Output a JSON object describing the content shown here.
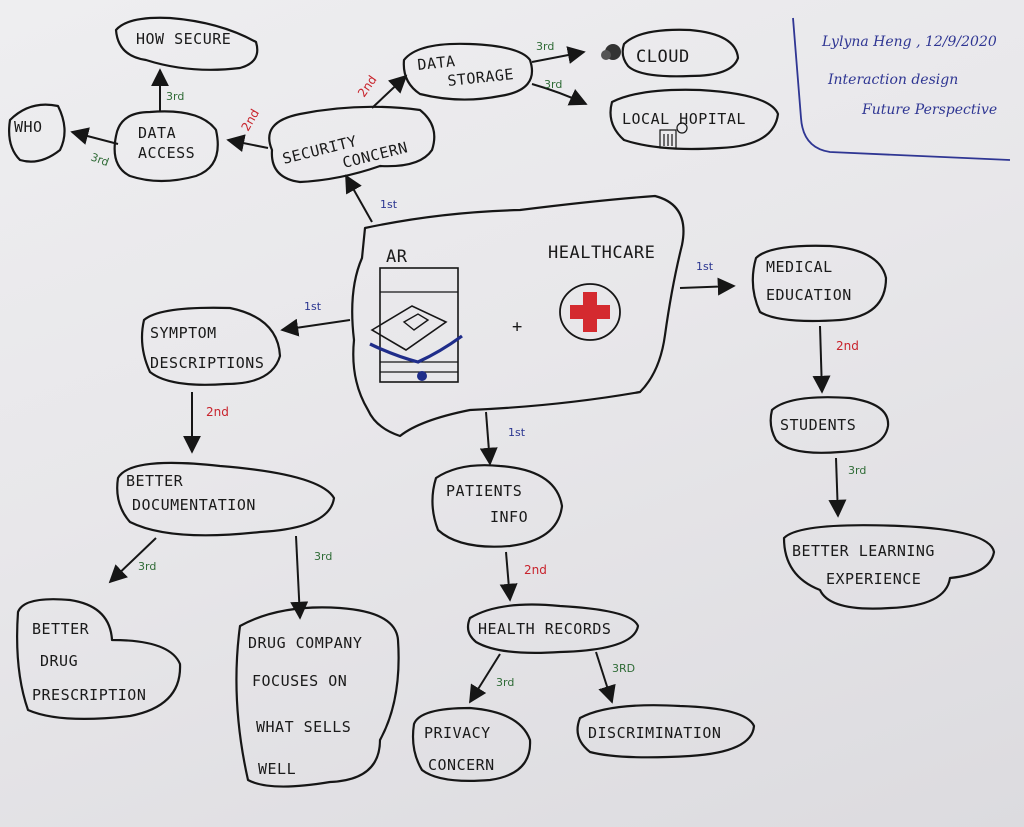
{
  "author_note": {
    "line1": "Lylyna Heng , 12/9/2020",
    "line2": "Interaction design",
    "line3": "Future Perspective"
  },
  "center": {
    "ar": "AR",
    "plus": "+",
    "healthcare": "HEALTHCARE"
  },
  "nodes": {
    "how_secure": "HOW SECURE",
    "who": "WHO",
    "data_access_1": "DATA",
    "data_access_2": "ACCESS",
    "security_1": "SECURITY",
    "security_2": "CONCERN",
    "data_storage_1": "DATA",
    "data_storage_2": "STORAGE",
    "cloud": "CLOUD",
    "local_hospital": "LOCAL HOPITAL",
    "symptom_1": "SYMPTOM",
    "symptom_2": "DESCRIPTIONS",
    "better_doc_1": "BETTER",
    "better_doc_2": "DOCUMENTATION",
    "better_drug_1": "BETTER",
    "better_drug_2": "DRUG",
    "better_drug_3": "PRESCRIPTION",
    "drug_company_1": "DRUG COMPANY",
    "drug_company_2": "FOCUSES ON",
    "drug_company_3": "WHAT SELLS",
    "drug_company_4": "WELL",
    "patients_1": "PATIENTS",
    "patients_2": "INFO",
    "health_records": "HEALTH RECORDS",
    "privacy_1": "PRIVACY",
    "privacy_2": "CONCERN",
    "discrimination": "DISCRIMINATION",
    "medical_1": "MEDICAL",
    "medical_2": "EDUCATION",
    "students": "STUDENTS",
    "learning_1": "BETTER LEARNING",
    "learning_2": "EXPERIENCE"
  },
  "edge_labels": {
    "center_to_security": "1st",
    "center_to_symptom": "1st",
    "center_to_patients": "1st",
    "center_to_medical": "1st",
    "security_to_data_access": "2nd",
    "security_to_storage": "2nd",
    "symptom_to_doc": "2nd",
    "patients_to_records": "2nd",
    "medical_to_students": "2nd",
    "access_to_how_secure": "3rd",
    "access_to_who": "3rd",
    "storage_to_cloud": "3rd",
    "storage_to_hospital": "3rd",
    "doc_to_drug": "3rd",
    "doc_to_company": "3rd",
    "records_to_privacy": "3rd",
    "records_to_discrimination": "3RD",
    "students_to_learning": "3rd"
  },
  "colors": {
    "ink": "#161616",
    "first_level": "#2a3590",
    "second_level": "#c8232c",
    "third_level": "#2f6b36",
    "cross": "#d42a2f",
    "ar_blue": "#1f2d8a"
  }
}
